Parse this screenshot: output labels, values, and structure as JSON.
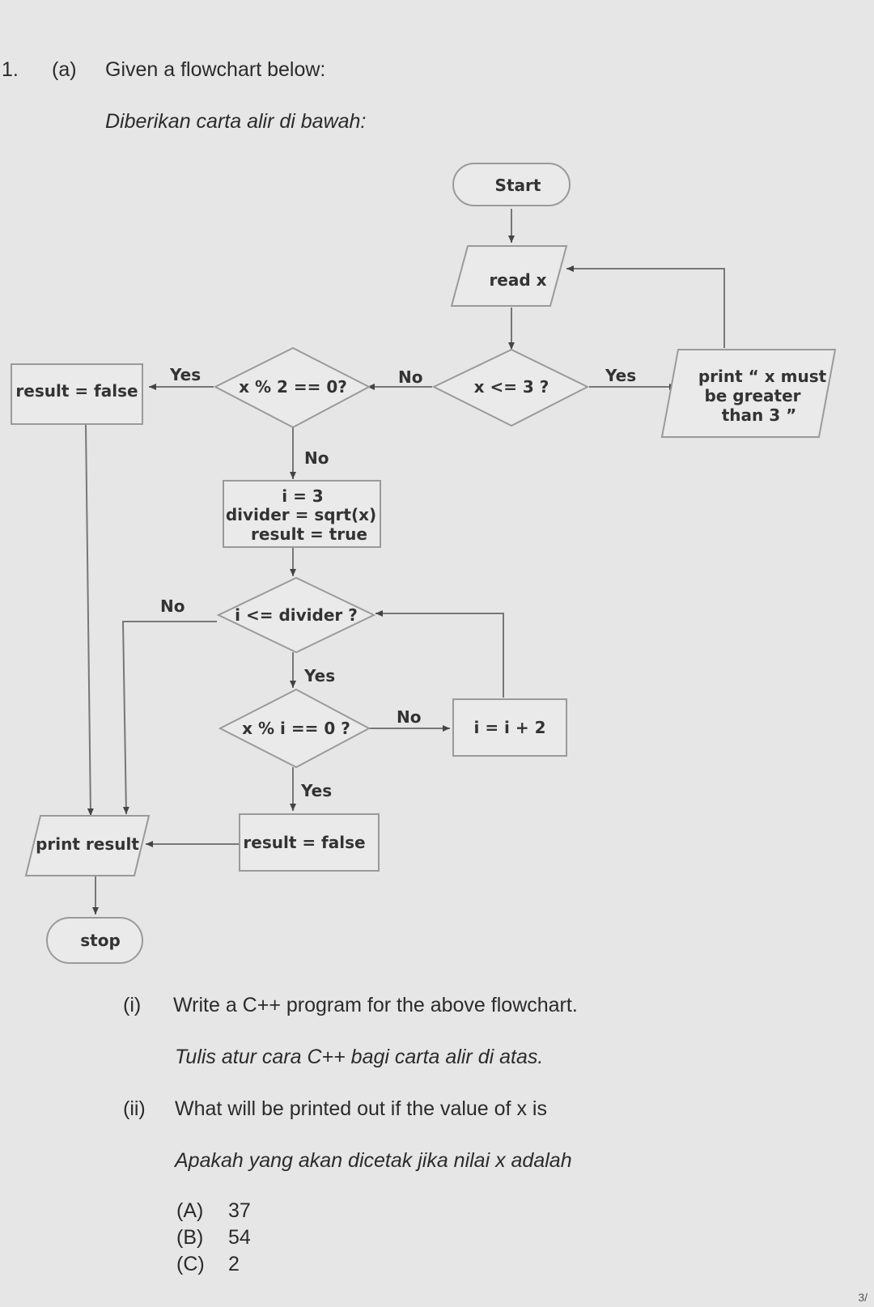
{
  "question": {
    "number": "1.",
    "part": "(a)",
    "text_en": "Given a flowchart below:",
    "text_ms": "Diberikan carta alir di bawah:"
  },
  "flowchart": {
    "start": "Start",
    "read": "read x",
    "cond_le3": "x <= 3 ?",
    "print_msg": [
      "print “ x must",
      "be greater",
      "than 3 ”"
    ],
    "cond_even": "x % 2 == 0?",
    "set_false_top": "result = false",
    "init": [
      "i = 3",
      "divider = sqrt(x)",
      "result = true"
    ],
    "cond_loop": "i <= divider ?",
    "cond_div": "x % i == 0 ?",
    "incr": "i = i + 2",
    "set_false_bottom": "result = false",
    "print_result": "print result",
    "stop": "stop",
    "labels": {
      "le3_yes": "Yes",
      "le3_no": "No",
      "even_yes": "Yes",
      "even_no": "No",
      "loop_no": "No",
      "loop_yes": "Yes",
      "div_no": "No",
      "div_yes": "Yes"
    }
  },
  "sub_i": {
    "label": "(i)",
    "text_en": "Write a C++ program for the above flowchart.",
    "text_ms": "Tulis atur cara C++ bagi carta alir di atas."
  },
  "sub_ii": {
    "label": "(ii)",
    "text_en": "What will be printed out if the value of x is",
    "text_ms": "Apakah yang akan dicetak jika nilai x adalah"
  },
  "options": [
    {
      "label": "(A)",
      "value": "37"
    },
    {
      "label": "(B)",
      "value": "54"
    },
    {
      "label": "(C)",
      "value": "2"
    }
  ],
  "page_corner": "3/"
}
